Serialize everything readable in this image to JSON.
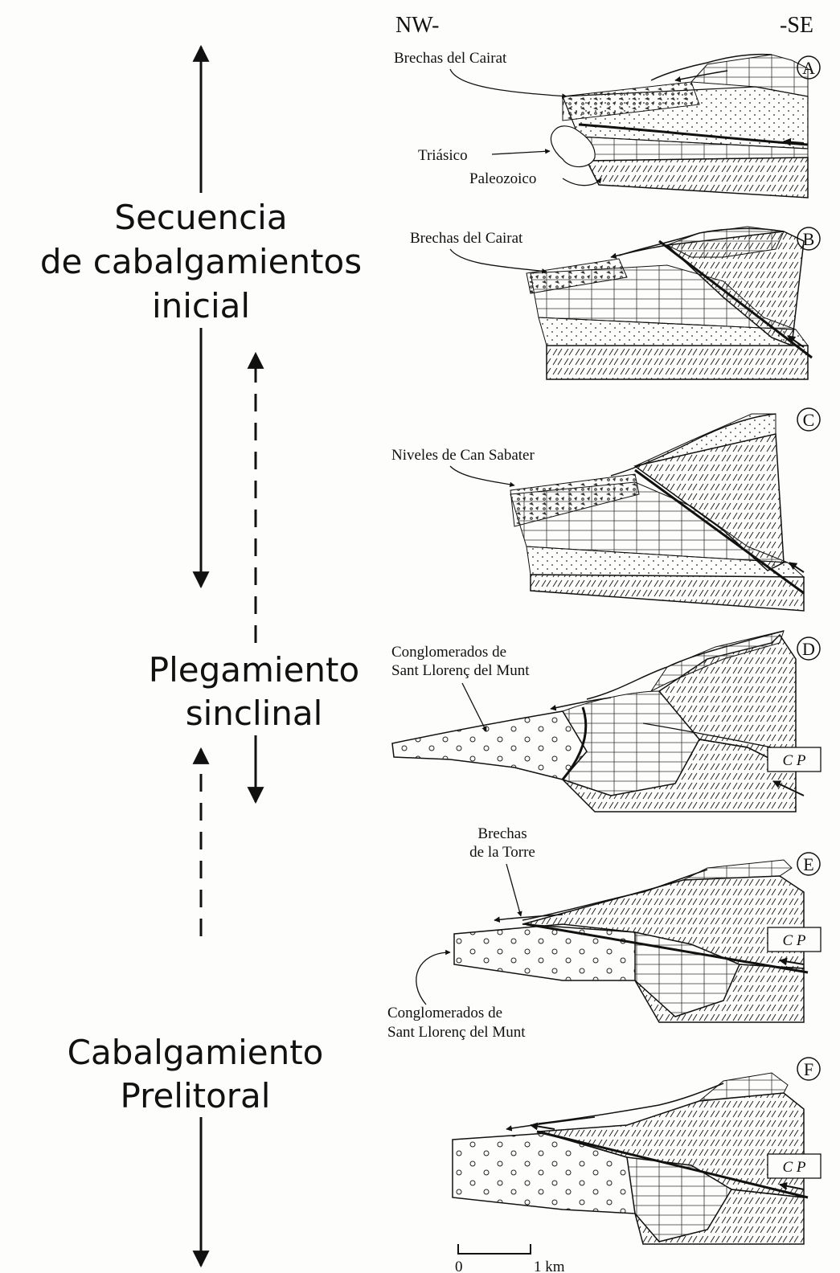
{
  "orientation": {
    "left": "NW-",
    "right": "-SE"
  },
  "phases": {
    "first": {
      "line1": "Secuencia",
      "line2": "de cabalgamientos",
      "line3": "inicial"
    },
    "second": {
      "line1": "Plegamiento",
      "line2": "sinclinal"
    },
    "third": {
      "line1": "Cabalgamiento",
      "line2": "Prelitoral"
    }
  },
  "panels": {
    "A": {
      "letter": "A",
      "label1": "Brechas del Cairat",
      "label2": "Triásico",
      "label3": "Paleozoico"
    },
    "B": {
      "letter": "B",
      "label1": "Brechas del Cairat"
    },
    "C": {
      "letter": "C",
      "label1": "Niveles de Can Sabater"
    },
    "D": {
      "letter": "D",
      "label1": "Conglomerados de",
      "label2": "Sant Llorenç del Munt",
      "fault": "C P"
    },
    "E": {
      "letter": "E",
      "label1": "Brechas",
      "label2": "de la Torre",
      "label3": "Conglomerados de",
      "label4": "Sant Llorenç del Munt",
      "fault": "C P"
    },
    "F": {
      "letter": "F",
      "fault": "C P"
    }
  },
  "scale": {
    "zero": "0",
    "one": "1 km"
  },
  "colors": {
    "ink": "#111111",
    "paper": "#fdfdfb"
  }
}
